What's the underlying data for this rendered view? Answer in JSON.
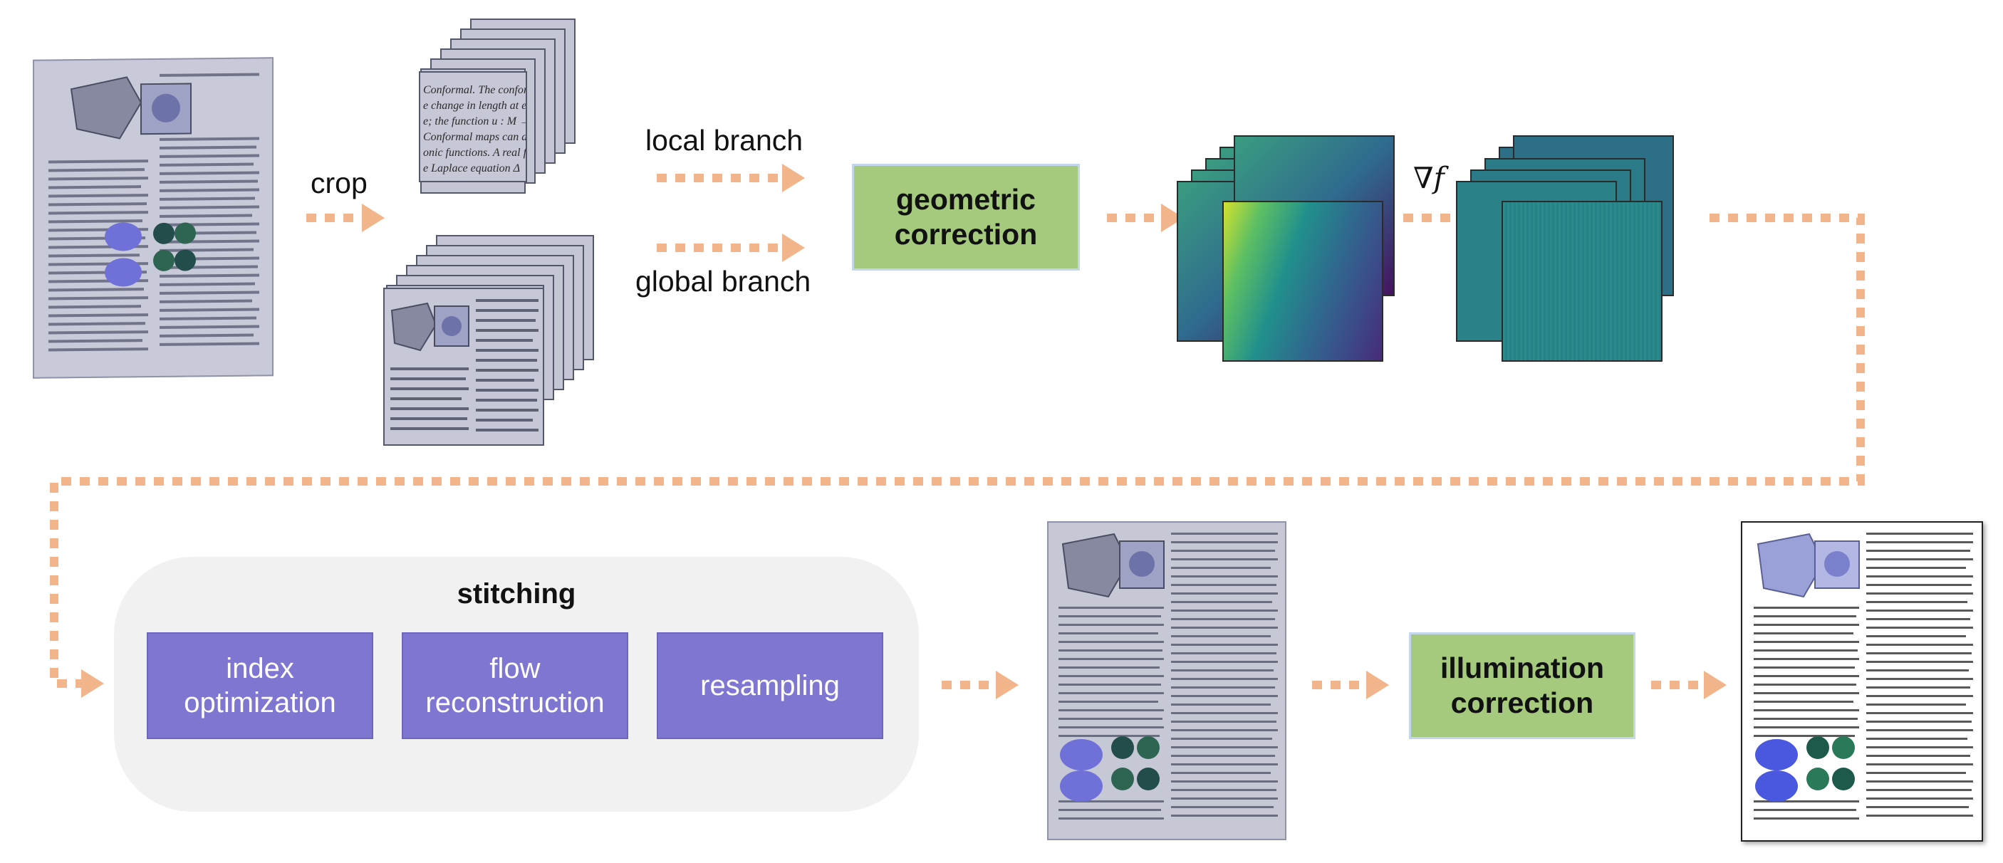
{
  "labels": {
    "crop": "crop",
    "local_branch": "local branch",
    "global_branch": "global branch",
    "grad": "∇f"
  },
  "blocks": {
    "geometric": "geometric\ncorrection",
    "illumination": "illumination\ncorrection",
    "stitching_title": "stitching",
    "index_optimization": "index\noptimization",
    "flow_reconstruction": "flow\nreconstruction",
    "resampling": "resampling"
  },
  "crop_text": {
    "line1": "Conformal. The conforma",
    "line2": "e change in length at ea",
    "line3": "e; the function u : M →",
    "line4": "Conformal maps can a",
    "line5": "onic functions. A real f",
    "line6": "e Laplace equation Δ"
  },
  "colors": {
    "arrow": "#f2b48a",
    "green_block": "#a5c97d",
    "purple_block": "#7f76d1",
    "panel": "#f1f1f1"
  }
}
